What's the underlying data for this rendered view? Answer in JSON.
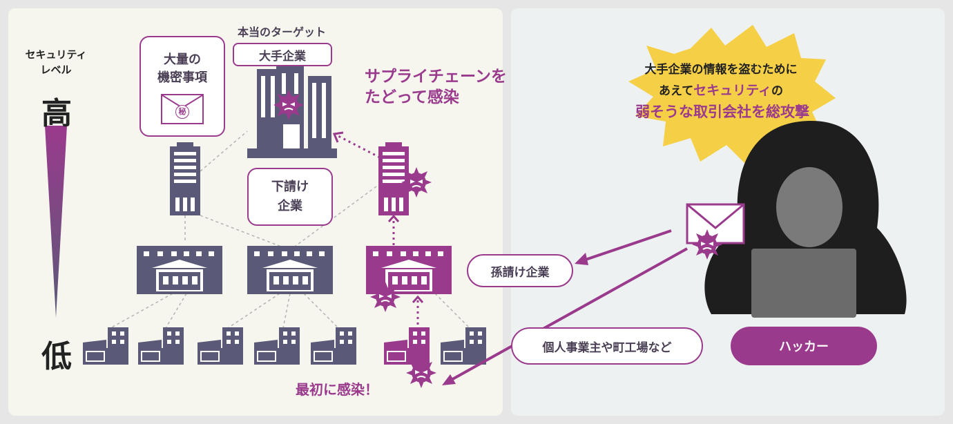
{
  "security_level": {
    "label_line1": "セキュリティ",
    "label_line2": "レベル",
    "high": "高",
    "low": "低"
  },
  "target": {
    "caption": "本当のターゲット",
    "name": "大手企業"
  },
  "secret_bubble": {
    "line1": "大量の",
    "line2": "機密事項",
    "seal": "秘"
  },
  "supply_chain_text": {
    "line1": "サプライチェーンを",
    "line2": "たどって感染"
  },
  "subcontractor_bubble": {
    "line1": "下請け",
    "line2": "企業"
  },
  "sub_subcontractor": "孫請け企業",
  "individual": "個人事業主や町工場など",
  "first_infection": "最初に感染！",
  "speech": {
    "line1": "大手企業の情報を盗むために",
    "line2_prefix": "あえて",
    "line2_highlight": "セキュリティ",
    "line2_suffix": "の",
    "line3": "弱そうな取引会社を総攻撃"
  },
  "hacker_label": "ハッカー",
  "colors": {
    "navy": "#5a5a78",
    "magenta": "#9a3a8c",
    "yellow": "#f5cf45",
    "hood": "#1e1e1e",
    "laptop": "#6b6b6b",
    "face": "#7a7a7a"
  }
}
